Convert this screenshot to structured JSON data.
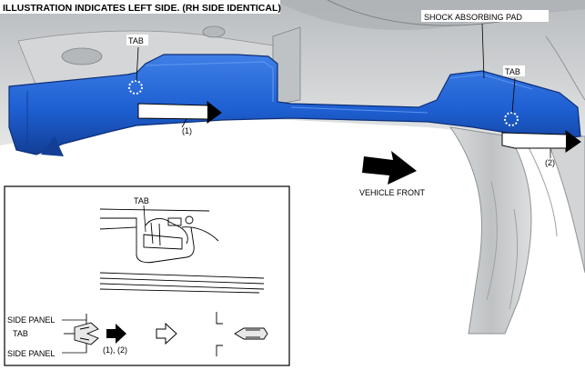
{
  "title": "ILLUSTRATION INDICATES LEFT SIDE. (RH SIDE IDENTICAL)",
  "labels": {
    "shock_absorbing_pad": "SHOCK ABSORBING PAD",
    "tab_left": "TAB",
    "tab_right": "TAB",
    "step1": "(1)",
    "step2": "(2)",
    "vehicle_front": "VEHICLE FRONT"
  },
  "inset": {
    "tab": "TAB",
    "side_panel_top": "SIDE PANEL",
    "tab_side": "TAB",
    "side_panel_bottom": "SIDE PANEL",
    "steps": "(1), (2)"
  },
  "colors": {
    "part_blue": "#1e5fd2",
    "part_blue_dark": "#123e95",
    "body_gray": "#c9ccce",
    "body_gray_dark": "#8e9294"
  }
}
